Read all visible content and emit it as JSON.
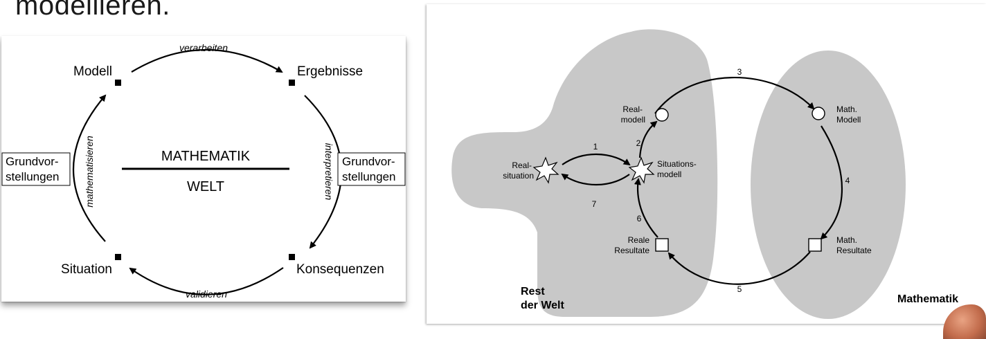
{
  "heading": "modellieren.",
  "left_diagram": {
    "nodes": {
      "modell": "Modell",
      "ergebnisse": "Ergebnisse",
      "situation": "Situation",
      "konsequenzen": "Konsequenzen"
    },
    "arrows": {
      "top": "verarbeiten",
      "right": "interpretieren",
      "bottom": "validieren",
      "left": "mathematisieren"
    },
    "center_top": "MATHEMATIK",
    "center_bottom": "WELT",
    "side_box_left": [
      "Grundvor-",
      "stellungen"
    ],
    "side_box_right": [
      "Grundvor-",
      "stellungen"
    ]
  },
  "right_diagram": {
    "region_rest": [
      "Rest",
      "der Welt"
    ],
    "region_math": "Mathematik",
    "nodes": {
      "realsituation": [
        "Real-",
        "situation"
      ],
      "situationsmodell": [
        "Situations-",
        "modell"
      ],
      "realmodell": [
        "Real-",
        "modell"
      ],
      "math_modell": [
        "Math.",
        "Modell"
      ],
      "math_resultate": [
        "Math.",
        "Resultate"
      ],
      "reale_resultate": [
        "Reale",
        "Resultate"
      ]
    },
    "steps": [
      "1",
      "2",
      "3",
      "4",
      "5",
      "6",
      "7"
    ],
    "colors": {
      "region_fill": "#c8c8c8",
      "stroke": "#000000"
    }
  }
}
